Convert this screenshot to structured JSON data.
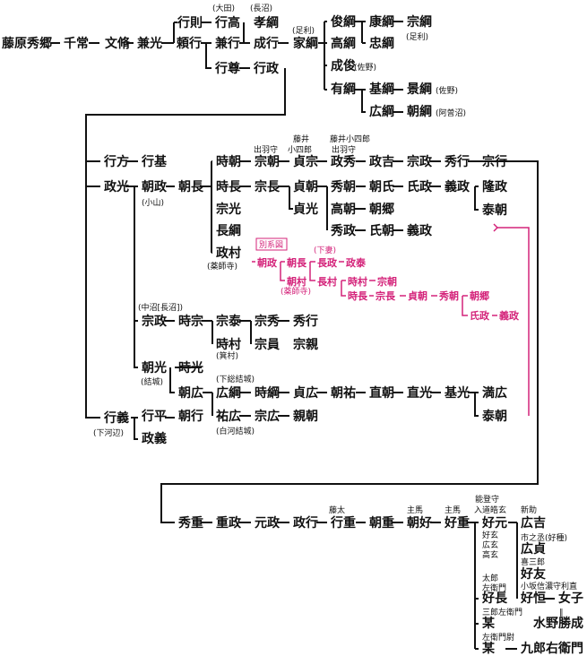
{
  "colors": {
    "ink": "#111111",
    "accent": "#d4237a"
  },
  "nodes": {
    "hidesato": "藤原秀郷",
    "chitsune": "千常",
    "bunshu": "文脩",
    "kanemitsu": "兼光",
    "yukinori": "行則",
    "yoritaka": "頼行",
    "yukitaka": "行高",
    "kaneyuki": "兼行",
    "naritaka": "成行",
    "takatsuna": "孝綱",
    "ieyasu": "家綱",
    "yukitaka2": "行尊",
    "yukimasa": "行政",
    "toshitsuna": "俊綱",
    "yasutsuna": "康綱",
    "munetsuna": "宗綱",
    "takatsuna2": "高綱",
    "tadatsuna": "忠綱",
    "naritoshi": "成俊",
    "aritsuna": "有綱",
    "mototsuna": "基綱",
    "kagetsuna": "景綱",
    "hirotsuna": "広綱",
    "asatsuna": "朝綱",
    "namekata": "行方",
    "yukimoto": "行基",
    "masamitsu": "政光",
    "tomomasa": "朝政",
    "tomonaga": "朝長",
    "tokitomo": "時朝",
    "munetomo": "宗朝",
    "sadamune": "貞宗",
    "masahide": "政秀",
    "masayoshi": "政吉",
    "munemasa": "宗政",
    "hideyuki": "秀行",
    "muneyuki": "宗行",
    "tokinaga": "時長",
    "munenaga": "宗長",
    "sadatomo": "貞朝",
    "hidetomo": "秀朝",
    "tomouji": "朝氏",
    "ujimasa": "氏政",
    "yoshimasa": "義政",
    "takamasa": "隆政",
    "yasutomo": "泰朝",
    "sadamitsu": "貞光",
    "takatomo": "高朝",
    "tomosato": "朝郷",
    "hidemasa": "秀政",
    "ujitomo": "氏朝",
    "yoshimasa2": "義政",
    "munemitsu": "宗光",
    "nagatsuna": "長綱",
    "masamura": "政村",
    "p_tomomasa": "朝政",
    "p_tomonaga": "朝長",
    "p_nagamasa": "長政",
    "p_masayasu": "政泰",
    "p_tomomura": "朝村",
    "p_nagamura": "長村",
    "p_tokimura": "時村",
    "p_munetomo": "宗朝",
    "p_tokinaga": "時長",
    "p_munenaga": "宗長",
    "p_sadatomo": "貞朝",
    "p_hidetomo": "秀朝",
    "p_tomoyoshi": "朝郷",
    "p_ujimasa": "氏政",
    "p_yoshimasa": "義政",
    "munemasa2": "宗政",
    "tokimune": "時宗",
    "munehiro": "宗泰",
    "munehide": "宗秀",
    "hideyuki2": "秀行",
    "tokimura": "時村",
    "munekazu": "宗員",
    "munechika": "宗親",
    "tomomitsu": "朝光",
    "tokimitsu": "時光",
    "tomohiro": "朝広",
    "hirotsuna2": "広綱",
    "tokitsuna": "時綱",
    "sadahiro": "貞広",
    "tomosuke": "朝祐",
    "naotomo": "直朝",
    "naomitsu": "直光",
    "motomitsu": "基光",
    "mitsuhiro": "満広",
    "yasutomo2": "泰朝",
    "sukehiro": "祐広",
    "munehiro2": "宗広",
    "chikatomo": "親朝",
    "yukiyoshi": "行義",
    "yukihira": "行平",
    "tomoyuki": "朝行",
    "masayoshi2": "政義",
    "hideshige": "秀重",
    "shigemasa": "重政",
    "motomasa": "元政",
    "masayuki": "政行",
    "yukishige": "行重",
    "tomoshige": "朝重",
    "tomoyoshi2": "朝好",
    "yoshishige": "好重",
    "yoshimoto": "好元",
    "hiroyoshi": "広吉",
    "hirosada": "広貞",
    "yoshitomo": "好友",
    "yoshinaga": "好長",
    "yoshitsune": "好恒",
    "joshi": "女子",
    "bou1": "某",
    "mizuno": "水野勝成",
    "bou2": "某",
    "kurouemon": "九郎右衛門"
  },
  "notes": {
    "ota": "(大田)",
    "naganuma": "(長沼)",
    "ashikaga1": "(足利)",
    "ashikaga2": "(足利)",
    "sano1": "(佐野)",
    "sano2": "(佐野)",
    "asonuma": "(阿曽沼)",
    "dewanokami1": "出羽守",
    "fujii1": "藤井",
    "koshiro1": "小四郎",
    "fujiikoshiro": "藤井小四郎",
    "dewanokami2": "出羽守",
    "oyama": "(小山)",
    "yakushiji1": "(薬師寺)",
    "betsukeizu": "別系図",
    "shimotsuma": "(下妻)",
    "yakushiji2": "(薬師寺)",
    "nakanuma": "(中沼[長沼])",
    "minoura": "(箕村)",
    "yuki": "(結城)",
    "shimofusayuki": "(下総結城)",
    "shirakawayuki": "(白河結城)",
    "shimokobe": "(下河辺)",
    "fujita": "藤太",
    "shume1": "主馬",
    "shume2": "主馬",
    "notonokami": "能登守",
    "nyudo": "入道皓玄",
    "shinsuke": "新助",
    "kogen": "好玄",
    "kogen2": "広玄",
    "kogen3": "高玄",
    "ichinojo": "市之丞(好種)",
    "kisaburo": "喜三郎",
    "taro": "太郎",
    "saemon": "左衛門",
    "kosaka": "小坂信濃守利直",
    "saburozaemon": "三郎左衛門",
    "zaemonnojo": "左衛門尉",
    "equal": "‖"
  }
}
